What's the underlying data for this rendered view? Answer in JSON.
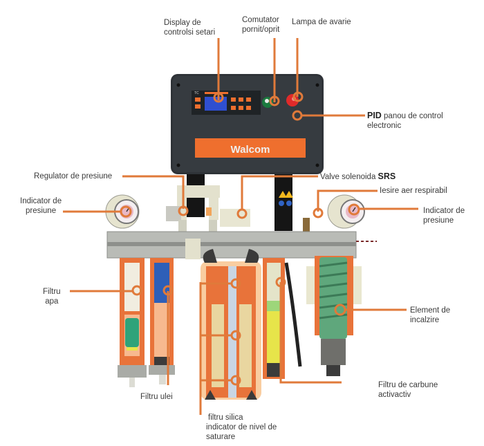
{
  "colors": {
    "callout": "#e07a3a",
    "panel": "#2f3338",
    "brand_bar": "#ef6f2e",
    "screen": "#2f4fd0",
    "manifold": "#b9bbb6",
    "filter_orange": "#e8733a",
    "filter_blue": "#2e5fb8",
    "filter_green": "#2fa37a",
    "filter_yellow": "#e7e44a",
    "coil_green": "#5fa77c",
    "silica": "#e9d6a0"
  },
  "panel": {
    "brand": "Walcom",
    "display_caption": "TC"
  },
  "labels": {
    "display": {
      "line1": "Display de",
      "line2": "controlsi setari"
    },
    "switch": {
      "line1": "Comutator",
      "line2": "pornit/oprit"
    },
    "lamp": {
      "line1": "Lampa de avarie"
    },
    "pid": {
      "bold": "PID",
      "rest": " panou de control",
      "line2": "electronic"
    },
    "regulator": {
      "line1": "Regulator de presiune"
    },
    "solenoid": {
      "text": "Valve solenoida ",
      "bold": "SRS"
    },
    "outlet": {
      "line1": "Iesire aer respirabil"
    },
    "gauge_left": {
      "line1": "Indicator de",
      "line2": "presiune"
    },
    "gauge_right": {
      "line1": "Indicator de",
      "line2": "presiune"
    },
    "water_filter": {
      "line1": "Filtru",
      "line2": "apa"
    },
    "oil_filter": {
      "line1": "Filtru ulei"
    },
    "silica": {
      "line1": "filtru silica",
      "line2": "indicator de nivel de",
      "line3": "saturare"
    },
    "heater": {
      "line1": "Element de",
      "line2": "incalzire"
    },
    "carbon": {
      "line1": "Filtru de carbune",
      "line2": "activactiv"
    }
  }
}
